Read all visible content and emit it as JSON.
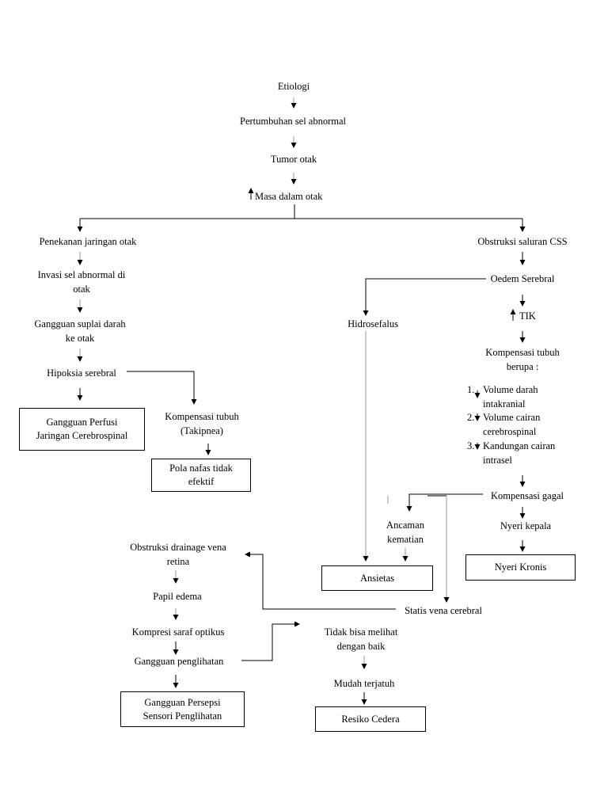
{
  "nodes": {
    "etiologi": "Etiologi",
    "pertumbuhan": "Pertumbuhan sel abnormal",
    "tumor": "Tumor otak",
    "masa": "Masa dalam otak",
    "penekanan": "Penekanan jaringan otak",
    "invasi": "Invasi sel abnormal di\notak",
    "gangguan_suplai": "Gangguan suplai darah\nke otak",
    "hipoksia": "Hipoksia serebral",
    "perfusi": "Gangguan Perfusi\nJaringan Cerebrospinal",
    "kompensasi_takipnea": "Kompensasi tubuh\n(Takipnea)",
    "pola_nafas": "Pola nafas tidak\nefektif",
    "obstruksi_css": "Obstruksi saluran CSS",
    "oedem": "Oedem Serebral",
    "tik": "TIK",
    "hidrosefalus": "Hidrosefalus",
    "kompensasi_berupa": "Kompensasi tubuh\nberupa :",
    "list_1_num": "1.",
    "list_1": "Volume darah\nintakranial",
    "list_2_num": "2.",
    "list_2": "Volume cairan\ncerebrospinal",
    "list_3_num": "3.",
    "list_3": "Kandungan cairan\nintrasel",
    "kompensasi_gagal": "Kompensasi gagal",
    "ancaman": "Ancaman\nkematian",
    "nyeri_kepala": "Nyeri kepala",
    "ansietas": "Ansietas",
    "nyeri_kronis": "Nyeri Kronis",
    "obstruksi_drainage": "Obstruksi drainage vena\nretina",
    "papil": "Papil edema",
    "kompresi": "Kompresi saraf optikus",
    "gangguan_penglihatan": "Gangguan penglihatan",
    "persepsi": "Gangguan Persepsi\nSensori Penglihatan",
    "statis": "Statis vena cerebral",
    "tidak_bisa": "Tidak bisa melihat\ndengan baik",
    "mudah": "Mudah terjatuh",
    "resiko": "Resiko Cedera"
  }
}
